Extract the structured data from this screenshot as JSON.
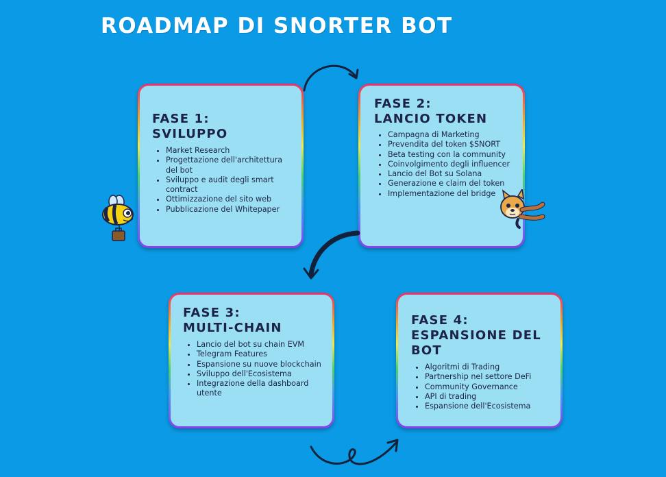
{
  "title": "ROADMAP DI SNORTER BOT",
  "phases": [
    {
      "heading_line1": "FASE 1:",
      "heading_line2": "SVILUPPO",
      "items": [
        "Market Research",
        "Progettazione dell'architettura del bot",
        "Sviluppo e audit degli smart contract",
        "Ottimizzazione del sito web",
        "Pubblicazione del Whitepaper"
      ]
    },
    {
      "heading_line1": "FASE 2:",
      "heading_line2": "LANCIO TOKEN",
      "items": [
        "Campagna di Marketing",
        "Prevendita del token $SNORT",
        "Beta testing con la community",
        "Coinvolgimento degli influencer",
        "Lancio del Bot su Solana",
        "Generazione e claim del token",
        "Implementazione del bridge"
      ]
    },
    {
      "heading_line1": "FASE 3:",
      "heading_line2": "MULTI-CHAIN",
      "items": [
        "Lancio del bot su chain EVM",
        "Telegram Features",
        "Espansione su nuove blockchain",
        "Sviluppo dell'Ecosistema",
        "Integrazione della dashboard utente"
      ]
    },
    {
      "heading_line1": "FASE 4:",
      "heading_line2": "ESPANSIONE DEL BOT",
      "items": [
        "Algoritmi di Trading",
        "Partnership nel settore DeFi",
        "Community Governance",
        "API di trading",
        "Espansione dell'Ecosistema"
      ]
    }
  ],
  "colors": {
    "background": "#0b9be6",
    "card": "#9bdff5",
    "text": "#1c2347",
    "arrow": "#14213a"
  },
  "icons": [
    "bee-mascot-icon",
    "dog-mascot-icon",
    "curved-arrow-icon"
  ]
}
